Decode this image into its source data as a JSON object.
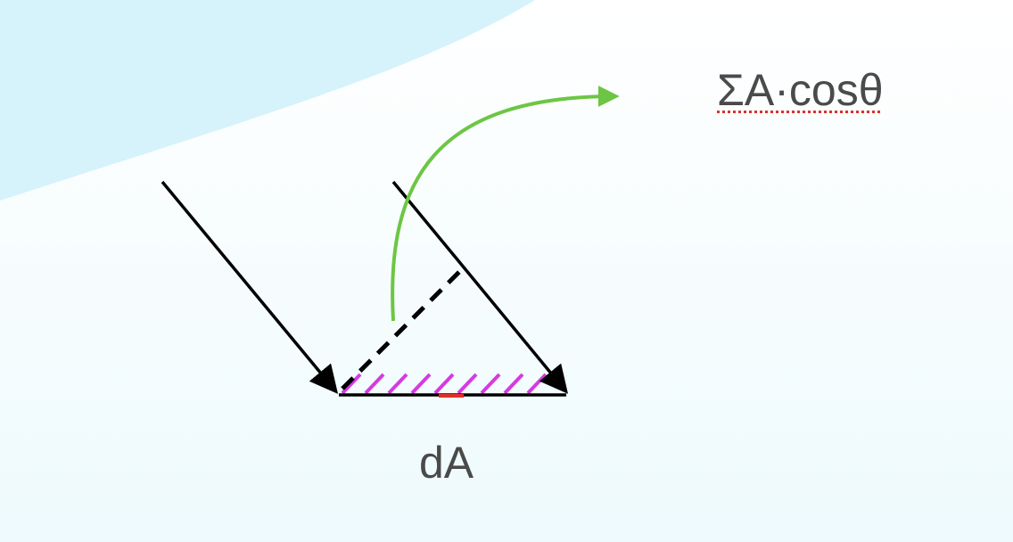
{
  "formula": {
    "text": "ΣA·cosθ",
    "spellcheck_underline_color": "#e0302a"
  },
  "area_label": {
    "text": "dA"
  },
  "colors": {
    "background": "#f4fbfd",
    "background_swoosh": "#d6f2fb",
    "ray_arrows": "#000000",
    "projection_line": "#000000",
    "hatch": "#d63ae0",
    "curved_arrow": "#6cc644",
    "surface_marker": "#e0302a",
    "label_text": "#4a4a4a"
  },
  "icons": {
    "ray_arrowhead": "triangle-arrowhead",
    "curved_arrowhead": "open-triangle-arrowhead"
  }
}
